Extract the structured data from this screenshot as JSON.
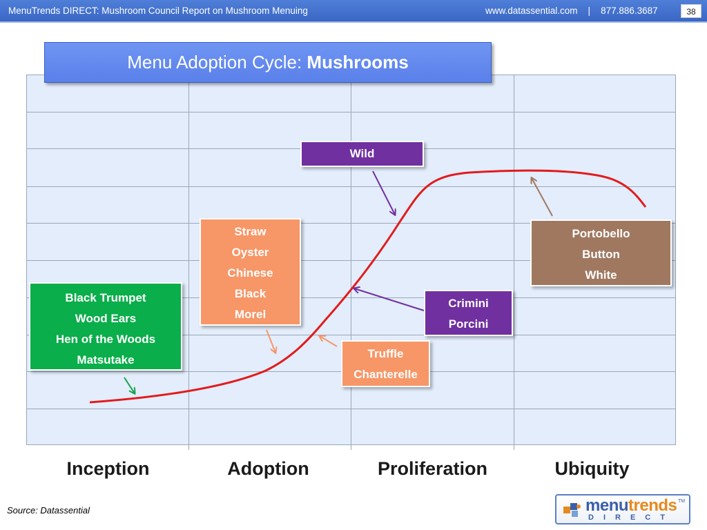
{
  "header": {
    "title": "MenuTrends DIRECT: Mushroom Council Report on Mushroom Menuing",
    "contact": "www.datassential.com    |    877.886.3687",
    "page_number": "38"
  },
  "diagram": {
    "title_prefix": "Menu Adoption Cycle: ",
    "title_emphasis": "Mushrooms",
    "stages": [
      "Inception",
      "Adoption",
      "Proliferation",
      "Ubiquity"
    ],
    "groups": [
      {
        "id": "inception",
        "items": [
          "Black Trumpet",
          "Wood Ears",
          "Hen of the Woods",
          "Matsutake"
        ],
        "color": "#0aae4a",
        "arrow_color": "#12a34a"
      },
      {
        "id": "adoption-early",
        "items": [
          "Straw",
          "Oyster",
          "Chinese",
          "Black",
          "Morel"
        ],
        "color": "#f79667",
        "arrow_color": "#f79667"
      },
      {
        "id": "adoption-late",
        "items": [
          "Truffle",
          "Chanterelle"
        ],
        "color": "#f79667",
        "arrow_color": "#f79667"
      },
      {
        "id": "wild",
        "items": [
          "Wild"
        ],
        "color": "#7030a0",
        "arrow_color": "#7030a0"
      },
      {
        "id": "proliferation",
        "items": [
          "Crimini",
          "Porcini"
        ],
        "color": "#7030a0",
        "arrow_color": "#7030a0"
      },
      {
        "id": "ubiquity",
        "items": [
          "Portobello",
          "Button",
          "White"
        ],
        "color": "#a07860",
        "arrow_color": "#a07860"
      }
    ],
    "curve_color": "#e21b1b"
  },
  "footer": {
    "source": "Source: Datassential",
    "logo_word_main": "menu",
    "logo_word_accent": "trends",
    "logo_tm": "TM",
    "logo_sub": "DIRECT"
  }
}
